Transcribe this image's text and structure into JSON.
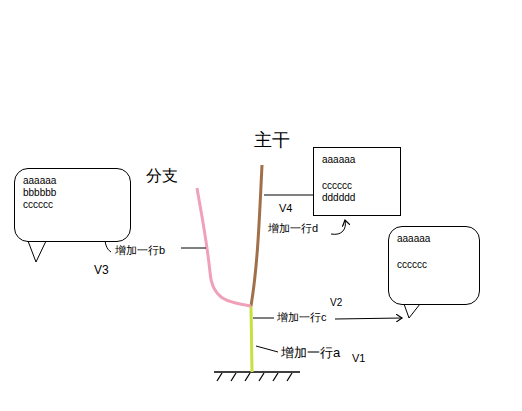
{
  "diagram": {
    "nodes": [
      {
        "text": [
          "aaaaaa",
          "cccccc",
          "dddddd"
        ]
      },
      {
        "text": [
          "aaaaaa",
          "bbbbbb",
          "cccccc"
        ]
      },
      {
        "text": [
          "aaaaaa",
          "cccccc"
        ]
      }
    ],
    "labels": [
      "主干",
      "分支",
      "增加一行a",
      "V1",
      "增加一行c",
      "V2",
      "增加一行b",
      "V3",
      "增加一行d",
      "V4"
    ]
  }
}
